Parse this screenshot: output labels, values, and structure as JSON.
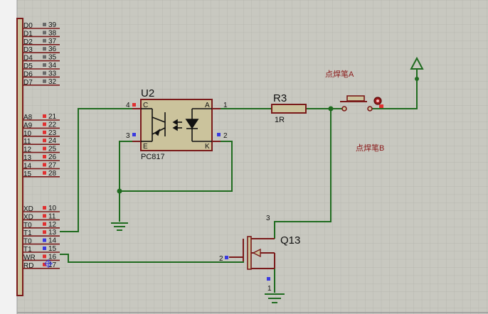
{
  "colors": {
    "canvas": "#c8c8c0",
    "grid": "#b8b8b0",
    "wire": "#1f6b1f",
    "component": "#7a1a1a",
    "component_fill": "#cbc39c",
    "pin_red": "#e03030",
    "pin_blue": "#3a3ae0",
    "pin_gray": "#6a6a6a",
    "chinese_label": "#8a1a1a",
    "panel": "#f0f0f0"
  },
  "mcu": {
    "pins_top": [
      {
        "name": "D0",
        "num": "39"
      },
      {
        "name": "D1",
        "num": "38"
      },
      {
        "name": "D2",
        "num": "37"
      },
      {
        "name": "D3",
        "num": "36"
      },
      {
        "name": "D4",
        "num": "35"
      },
      {
        "name": "D5",
        "num": "34"
      },
      {
        "name": "D6",
        "num": "33"
      },
      {
        "name": "D7",
        "num": "32"
      }
    ],
    "pins_mid": [
      {
        "name": "A8",
        "num": "21"
      },
      {
        "name": "A9",
        "num": "22"
      },
      {
        "name": "10",
        "num": "23"
      },
      {
        "name": "11",
        "num": "24"
      },
      {
        "name": "12",
        "num": "25"
      },
      {
        "name": "13",
        "num": "26"
      },
      {
        "name": "14",
        "num": "27"
      },
      {
        "name": "15",
        "num": "28"
      }
    ],
    "pins_bot": [
      {
        "name": "XD",
        "num": "10"
      },
      {
        "name": "XD",
        "num": "11"
      },
      {
        "name": "T0",
        "num": "12"
      },
      {
        "name": "T1",
        "num": "13"
      },
      {
        "name": "T0",
        "num": "14"
      },
      {
        "name": "T1",
        "num": "15"
      },
      {
        "name": "WR",
        "num": "16"
      },
      {
        "name": "RD",
        "num": "17"
      }
    ]
  },
  "u2": {
    "ref": "U2",
    "part": "PC817",
    "pin_c": "C",
    "pin_e": "E",
    "pin_a": "A",
    "pin_k": "K",
    "num_c": "4",
    "num_e": "3",
    "num_a": "1",
    "num_k": "2"
  },
  "r3": {
    "ref": "R3",
    "value": "1R"
  },
  "q13": {
    "ref": "Q13",
    "pin_d": "3",
    "pin_g": "2",
    "pin_s": "1"
  },
  "labels": {
    "pen_a": "点焊笔A",
    "pen_b": "点焊笔B"
  }
}
